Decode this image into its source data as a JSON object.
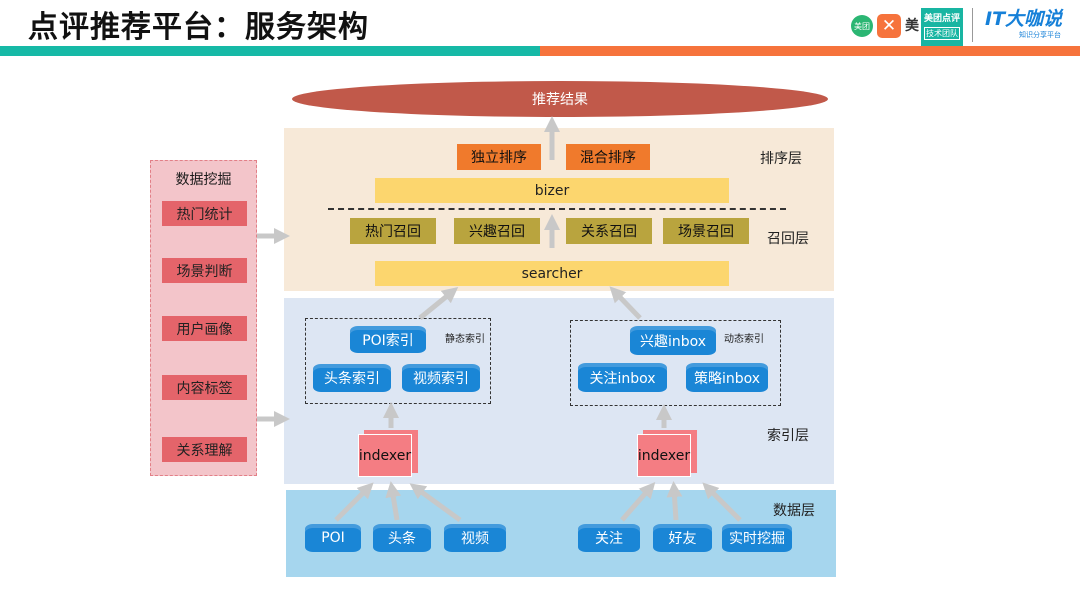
{
  "title": "点评推荐平台：服务架构",
  "logos": {
    "meituan_badge": "美团",
    "mei_char": "美",
    "dianping_badge_line1": "美团点评",
    "dianping_badge_line2": "技术团队",
    "itdks_text": "IT大咖说",
    "itdks_sub": "知识分享平台"
  },
  "result": "推荐结果",
  "ranking": {
    "label": "排序层",
    "items": [
      "独立排序",
      "混合排序"
    ],
    "service": "bizer"
  },
  "recall": {
    "label": "召回层",
    "items": [
      "热门召回",
      "兴趣召回",
      "关系召回",
      "场景召回"
    ],
    "service": "searcher"
  },
  "index": {
    "label": "索引层",
    "static": {
      "tag": "静态索引",
      "items": [
        "POI索引",
        "头条索引",
        "视频索引"
      ]
    },
    "dynamic": {
      "tag": "动态索引",
      "items": [
        "兴趣inbox",
        "关注inbox",
        "策略inbox"
      ]
    },
    "indexer_left": "indexer",
    "indexer_right": "indexer"
  },
  "data": {
    "label": "数据层",
    "left": [
      "POI",
      "头条",
      "视频"
    ],
    "right": [
      "关注",
      "好友",
      "实时挖掘"
    ]
  },
  "mining": {
    "title": "数据挖掘",
    "items": [
      "热门统计",
      "场景判断",
      "用户画像",
      "内容标签",
      "关系理解"
    ]
  },
  "colors": {
    "teal": "#16b9a6",
    "orange": "#f6733c",
    "ranking_bg": "#f7e9d8",
    "index_bg": "#dde6f3",
    "data_bg": "#a6d6ee",
    "mining_bg": "#f3c5ca",
    "result_ellipse": "#c1594a"
  }
}
